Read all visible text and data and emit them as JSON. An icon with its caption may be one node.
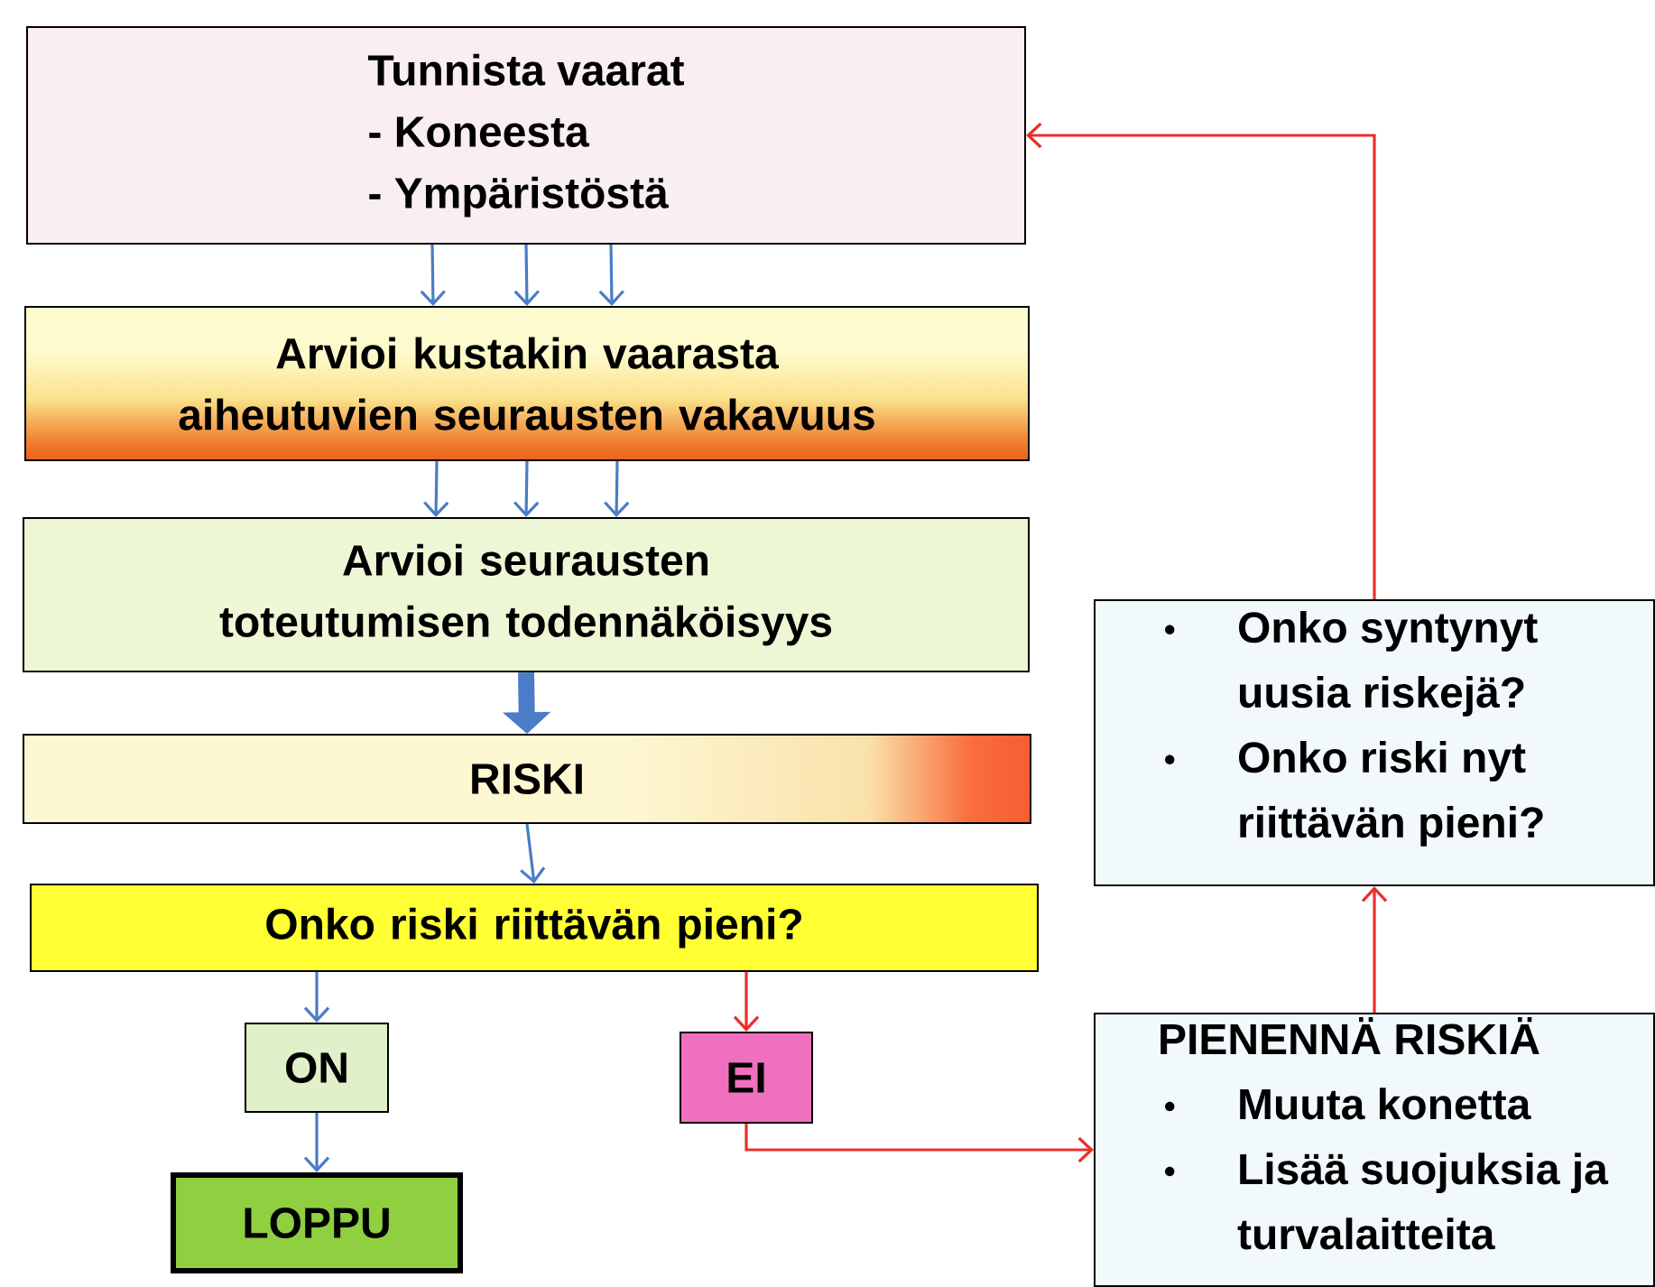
{
  "diagram": {
    "nodes": [
      {
        "text": [
          "Tunnista vaarat",
          "- Koneesta",
          "- Ympäristöstä"
        ]
      },
      {
        "text": [
          "Arvioi kustakin vaarasta aiheutuvien seurausten vakavuus"
        ]
      },
      {
        "text": [
          "Arvioi seurausten toteutumisen todennäköisyys"
        ]
      },
      {
        "text": [
          "RISKI"
        ]
      },
      {
        "text": [
          "Onko riski riittävän pieni?"
        ]
      },
      {
        "text": [
          "ON"
        ]
      },
      {
        "text": [
          "EI"
        ]
      },
      {
        "text": [
          "LOPPU"
        ]
      },
      {
        "text": [
          "PIENENNÄ RISKIÄ",
          "Muuta konetta",
          "Lisää suojuksia ja turvalaitteita"
        ]
      },
      {
        "text": [
          "Onko syntynyt uusia riskejä?",
          "Onko riski nyt riittävän pieni?"
        ]
      }
    ],
    "edges": [
      {
        "from": 0,
        "to": 1,
        "arrow": "to"
      },
      {
        "from": 0,
        "to": 1,
        "arrow": "to"
      },
      {
        "from": 0,
        "to": 1,
        "arrow": "to"
      },
      {
        "from": 1,
        "to": 2,
        "arrow": "to"
      },
      {
        "from": 1,
        "to": 2,
        "arrow": "to"
      },
      {
        "from": 1,
        "to": 2,
        "arrow": "to"
      },
      {
        "from": 2,
        "to": 3,
        "arrow": "to",
        "style": "thick"
      },
      {
        "from": 3,
        "to": 4,
        "arrow": "to"
      },
      {
        "from": 4,
        "to": 5,
        "arrow": "to"
      },
      {
        "from": 4,
        "to": 6,
        "arrow": "to",
        "color": "#e8302a"
      },
      {
        "from": 5,
        "to": 7,
        "arrow": "to"
      },
      {
        "from": 6,
        "to": 8,
        "arrow": "to",
        "color": "#e8302a"
      },
      {
        "from": 8,
        "to": 9,
        "arrow": "to",
        "color": "#e8302a"
      },
      {
        "from": 9,
        "to": 0,
        "arrow": "to",
        "color": "#e8302a"
      }
    ]
  }
}
